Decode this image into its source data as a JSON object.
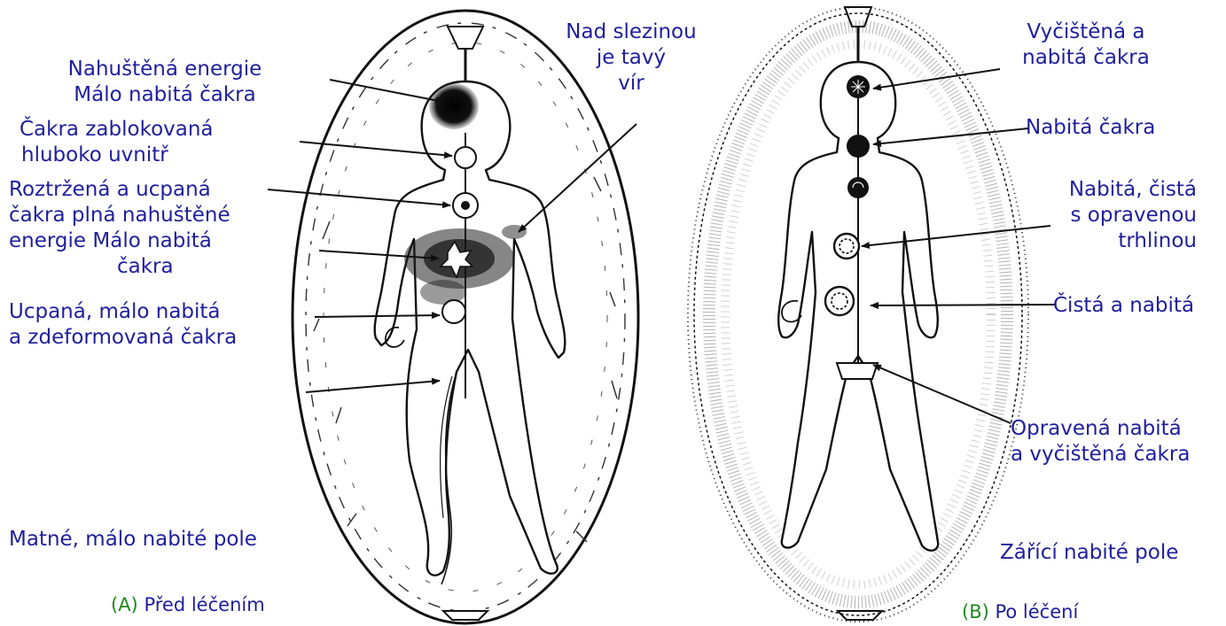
{
  "colors": {
    "label": "#1e1e9e",
    "caption_letter": "#1f8a1f",
    "ink": "#111111",
    "background": "#ffffff"
  },
  "panel_a": {
    "labels": {
      "nahustena": "Nahuštěná energie",
      "malo1": "Málo nabitá čakra",
      "zablok1": "Čakra zablokovaná",
      "zablok2": "hluboko uvnitř",
      "roztr1": "Roztržená a ucpaná",
      "roztr2": "čakra plná nahuštěné",
      "roztr3": "energie Málo nabitá",
      "roztr4": "čakra",
      "ucpana1": "Ucpaná, málo nabitá",
      "ucpana2": "a zdeformovaná čakra",
      "slez1": "Nad slezinou",
      "slez2": "je tavý",
      "slez3": "vír",
      "pole": "Matné, málo nabité pole"
    },
    "caption_letter": "(A)",
    "caption_text": "Před léčením"
  },
  "panel_b": {
    "labels": {
      "vycist1": "Vyčištěná a",
      "vycist2": "nabitá čakra",
      "nabita": "Nabitá čakra",
      "cista1": "Nabitá, čistá",
      "cista2": "s opravenou",
      "cista3": "trhlinou",
      "cista_nabita": "Čistá a nabitá",
      "oprav1": "Opravená nabitá",
      "oprav2": "a vyčištěná čakra",
      "pole": "Zářící nabité pole"
    },
    "caption_letter": "(B)",
    "caption_text": "Po léčení"
  }
}
